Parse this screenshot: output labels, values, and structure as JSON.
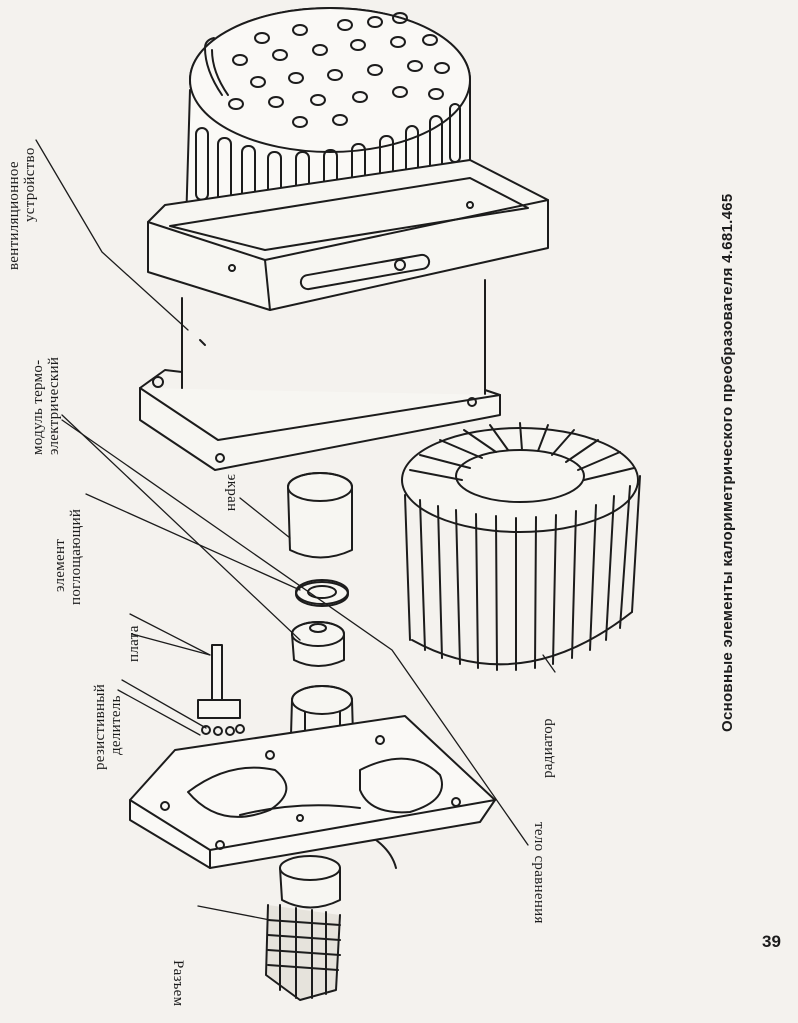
{
  "caption": "Основные элементы калориметрического преобразователя 4.681.465",
  "page_number": "39",
  "labels": {
    "vent_line1": "вентиляционное",
    "vent_line2": "устройство",
    "module_line1": "модуль термо-",
    "module_line2": "электрический",
    "screen": "экран",
    "elem_line1": "элемент",
    "elem_line2": "поглощающий",
    "plate": "плата",
    "divider_line1": "резистивный",
    "divider_line2": "делитель",
    "body_conn": "тело сравнения",
    "radiator": "радиатор",
    "connector": "Разъем"
  }
}
